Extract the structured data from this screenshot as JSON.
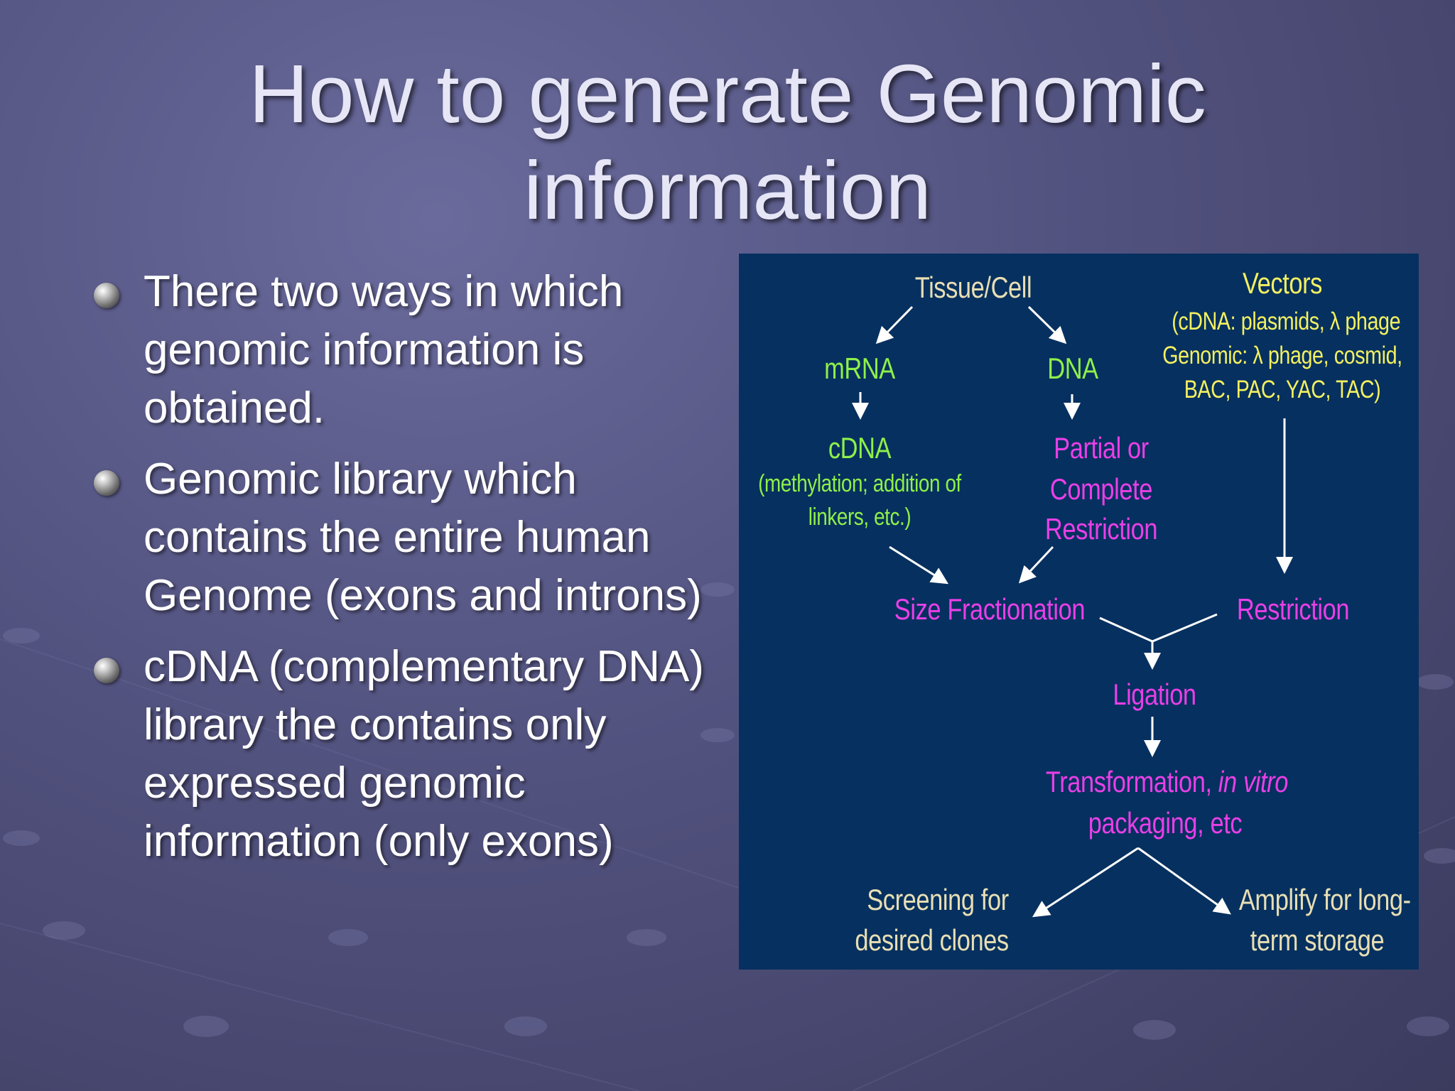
{
  "slide": {
    "title_line1": "How to generate Genomic",
    "title_line2": "information",
    "bullets": [
      "There two ways in which genomic information is obtained.",
      "Genomic library which contains the entire human Genome (exons and introns)",
      "cDNA (complementary DNA) library the contains only expressed genomic information (only exons)"
    ]
  },
  "diagram": {
    "tissue_cell": "Tissue/Cell",
    "mrna": "mRNA",
    "dna": "DNA",
    "cdna": "cDNA",
    "cdna_note_1": "(methylation; addition of",
    "cdna_note_2": "linkers, etc.)",
    "partial_1": "Partial or",
    "partial_2": "Complete",
    "partial_3": "Restriction",
    "vectors": "Vectors",
    "vectors_1": "(cDNA: plasmids, λ phage",
    "vectors_2": "Genomic: λ phage, cosmid,",
    "vectors_3": "BAC, PAC, YAC, TAC)",
    "size_fractionation": "Size Fractionation",
    "restriction": "Restriction",
    "ligation": "Ligation",
    "transformation_prefix": "Transformation, ",
    "transformation_italic": "in vitro",
    "packaging": "packaging, etc",
    "screening_1": "Screening for",
    "screening_2": "desired clones",
    "amplify_1": "Amplify for long-",
    "amplify_2": "term storage"
  },
  "colors": {
    "diagram_bg": "#06305f",
    "green": "#8ef04a",
    "magenta": "#e93fe7",
    "beige": "#e8dfb4",
    "vectors": "#f3f060"
  }
}
